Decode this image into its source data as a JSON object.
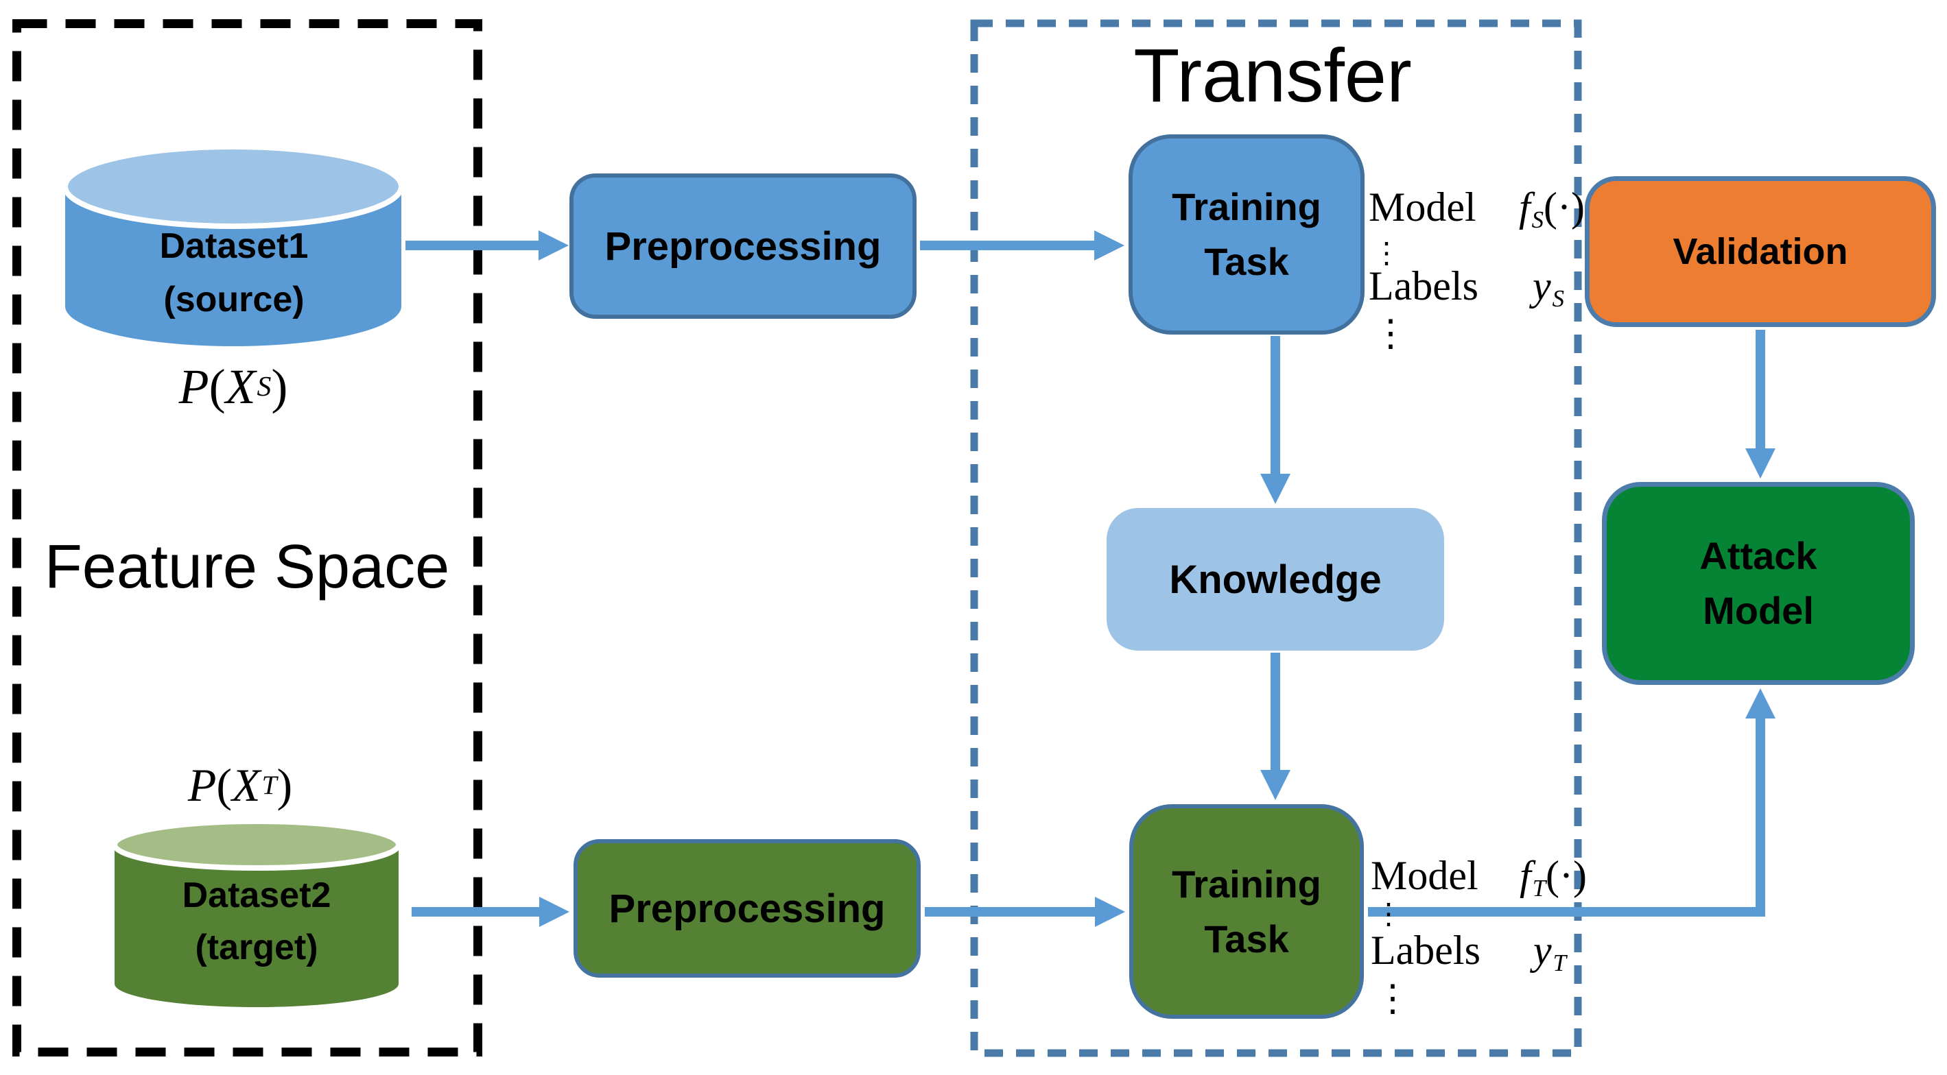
{
  "feature_space": {
    "title": "Feature Space",
    "dataset1": {
      "name": "Dataset1",
      "role": "(source)"
    },
    "dataset2": {
      "name": "Dataset2",
      "role": "(target)"
    }
  },
  "transfer": {
    "title": "Transfer"
  },
  "boxes": {
    "preprocessing_source": "Preprocessing",
    "preprocessing_target": "Preprocessing",
    "training_source": {
      "line1": "Training",
      "line2": "Task"
    },
    "training_target": {
      "line1": "Training",
      "line2": "Task"
    },
    "knowledge": "Knowledge",
    "validation": "Validation",
    "attack": {
      "line1": "Attack",
      "line2": "Model"
    }
  },
  "annotations": {
    "model_label": "Model",
    "labels_label": "Labels"
  },
  "math": {
    "P": "P",
    "X": "X",
    "S": "S",
    "T": "T",
    "lparen": "(",
    "rparen": ")",
    "f": "f",
    "y": "y",
    "paren_dot": "(·)",
    "vdots": "⋮"
  },
  "colors": {
    "blue_box": "#5b9bd5",
    "blue_box_border": "#41719c",
    "light_blue": "#9dc3e6",
    "green_box": "#548134",
    "light_green": "#a4bd86",
    "dark_green": "#068436",
    "orange": "#ed7d31",
    "steel_border": "#4b7cab",
    "arrow_blue": "#5b9bd5",
    "dashed_blue": "#4a7aa8",
    "dashed_black": "#000000"
  }
}
